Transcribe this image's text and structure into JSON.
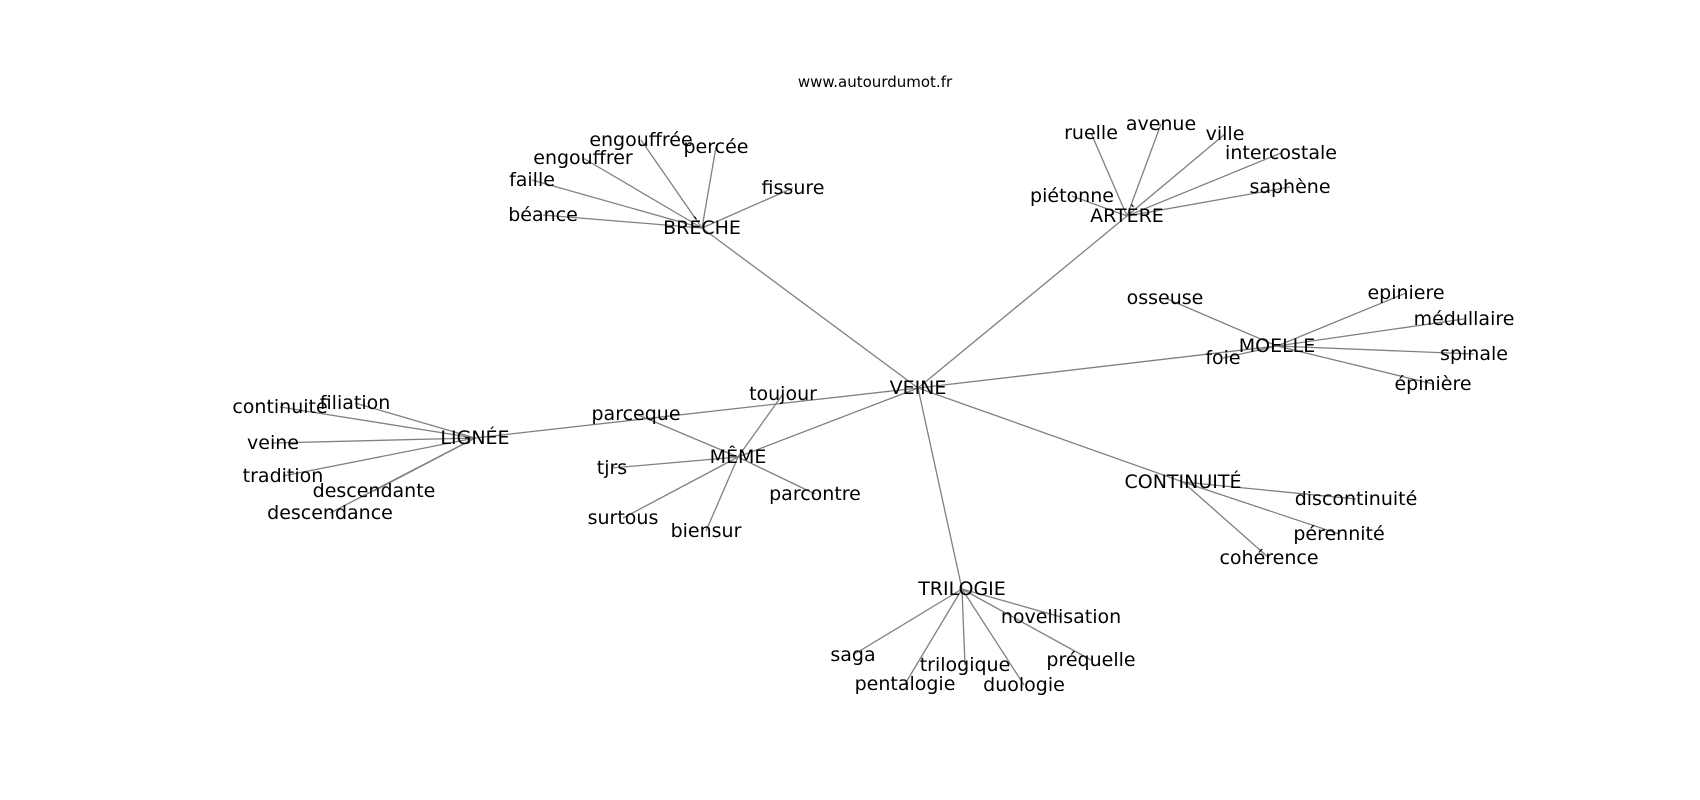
{
  "header": {
    "site": "www.autourdumot.fr"
  },
  "graph": {
    "root": "VEINE",
    "nodes": [
      {
        "id": "veine",
        "label": "VEINE"
      },
      {
        "id": "breche",
        "label": "BRÈCHE"
      },
      {
        "id": "artere",
        "label": "ARTÈRE"
      },
      {
        "id": "moelle",
        "label": "MOELLE"
      },
      {
        "id": "continuite-h",
        "label": "CONTINUITÉ"
      },
      {
        "id": "trilogie",
        "label": "TRILOGIE"
      },
      {
        "id": "meme",
        "label": "MÊME"
      },
      {
        "id": "lignee",
        "label": "LIGNÉE"
      },
      {
        "id": "engouffree",
        "label": "engouffrée"
      },
      {
        "id": "percee",
        "label": "percée"
      },
      {
        "id": "engouffrer",
        "label": "engouffrer"
      },
      {
        "id": "faille",
        "label": "faille"
      },
      {
        "id": "fissure",
        "label": "fissure"
      },
      {
        "id": "beance",
        "label": "béance"
      },
      {
        "id": "ruelle",
        "label": "ruelle"
      },
      {
        "id": "avenue",
        "label": "avenue"
      },
      {
        "id": "ville",
        "label": "ville"
      },
      {
        "id": "intercostale",
        "label": "intercostale"
      },
      {
        "id": "pietonne",
        "label": "piétonne"
      },
      {
        "id": "saphene",
        "label": "saphène"
      },
      {
        "id": "osseuse",
        "label": "osseuse"
      },
      {
        "id": "epiniere1",
        "label": "epiniere"
      },
      {
        "id": "medullaire",
        "label": "médullaire"
      },
      {
        "id": "spinale",
        "label": "spinale"
      },
      {
        "id": "foie",
        "label": "foie"
      },
      {
        "id": "epiniere2",
        "label": "épinière"
      },
      {
        "id": "discontinuite",
        "label": "discontinuité"
      },
      {
        "id": "perennite",
        "label": "pérennité"
      },
      {
        "id": "coherence",
        "label": "cohérence"
      },
      {
        "id": "novellisation",
        "label": "novellisation"
      },
      {
        "id": "saga",
        "label": "saga"
      },
      {
        "id": "trilogique",
        "label": "trilogique"
      },
      {
        "id": "prequelle",
        "label": "préquelle"
      },
      {
        "id": "pentalogie",
        "label": "pentalogie"
      },
      {
        "id": "duologie",
        "label": "duologie"
      },
      {
        "id": "toujour",
        "label": "toujour"
      },
      {
        "id": "parceque",
        "label": "parceque"
      },
      {
        "id": "tjrs",
        "label": "tjrs"
      },
      {
        "id": "parcontre",
        "label": "parcontre"
      },
      {
        "id": "surtous",
        "label": "surtous"
      },
      {
        "id": "biensur",
        "label": "biensur"
      },
      {
        "id": "continuite-l",
        "label": "continuité"
      },
      {
        "id": "filiation",
        "label": "filiation"
      },
      {
        "id": "veine-l",
        "label": "veine"
      },
      {
        "id": "tradition",
        "label": "tradition"
      },
      {
        "id": "descendante",
        "label": "descendante"
      },
      {
        "id": "descendance",
        "label": "descendance"
      }
    ],
    "edges": [
      [
        "veine",
        "breche"
      ],
      [
        "veine",
        "artere"
      ],
      [
        "veine",
        "moelle"
      ],
      [
        "veine",
        "continuite-h"
      ],
      [
        "veine",
        "trilogie"
      ],
      [
        "veine",
        "meme"
      ],
      [
        "veine",
        "lignee"
      ],
      [
        "breche",
        "engouffree"
      ],
      [
        "breche",
        "percee"
      ],
      [
        "breche",
        "engouffrer"
      ],
      [
        "breche",
        "faille"
      ],
      [
        "breche",
        "fissure"
      ],
      [
        "breche",
        "beance"
      ],
      [
        "artere",
        "ruelle"
      ],
      [
        "artere",
        "avenue"
      ],
      [
        "artere",
        "ville"
      ],
      [
        "artere",
        "intercostale"
      ],
      [
        "artere",
        "pietonne"
      ],
      [
        "artere",
        "saphene"
      ],
      [
        "moelle",
        "osseuse"
      ],
      [
        "moelle",
        "epiniere1"
      ],
      [
        "moelle",
        "medullaire"
      ],
      [
        "moelle",
        "spinale"
      ],
      [
        "moelle",
        "foie"
      ],
      [
        "moelle",
        "epiniere2"
      ],
      [
        "continuite-h",
        "discontinuite"
      ],
      [
        "continuite-h",
        "perennite"
      ],
      [
        "continuite-h",
        "coherence"
      ],
      [
        "trilogie",
        "novellisation"
      ],
      [
        "trilogie",
        "saga"
      ],
      [
        "trilogie",
        "trilogique"
      ],
      [
        "trilogie",
        "prequelle"
      ],
      [
        "trilogie",
        "pentalogie"
      ],
      [
        "trilogie",
        "duologie"
      ],
      [
        "meme",
        "toujour"
      ],
      [
        "meme",
        "parceque"
      ],
      [
        "meme",
        "tjrs"
      ],
      [
        "meme",
        "parcontre"
      ],
      [
        "meme",
        "surtous"
      ],
      [
        "meme",
        "biensur"
      ],
      [
        "lignee",
        "continuite-l"
      ],
      [
        "lignee",
        "filiation"
      ],
      [
        "lignee",
        "veine-l"
      ],
      [
        "lignee",
        "tradition"
      ],
      [
        "lignee",
        "descendante"
      ],
      [
        "lignee",
        "descendance"
      ]
    ]
  }
}
